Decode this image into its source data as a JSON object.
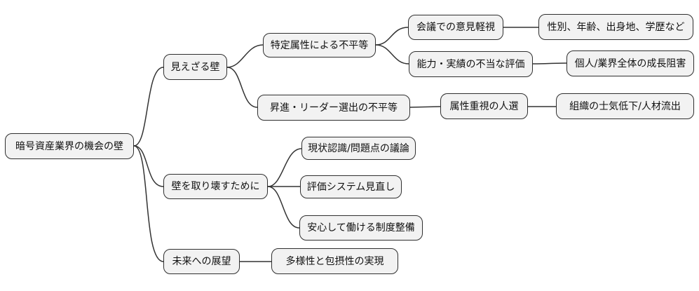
{
  "diagram": {
    "type": "mindmap",
    "background_color": "#ffffff",
    "node_fill_color": "#f2f2f2",
    "node_border_color": "#2f2f2f",
    "connector_color": "#333333",
    "root_label": "暗号資産業界の機会の壁",
    "nodes": [
      {
        "id": "root",
        "label": "暗号資産業界の機会の壁",
        "parent": null
      },
      {
        "id": "invisible-wall",
        "label": "見えざる壁",
        "parent": "root"
      },
      {
        "id": "attr-inequality",
        "label": "特定属性による不平等",
        "parent": "invisible-wall"
      },
      {
        "id": "meeting-disregard",
        "label": "会議での意見軽視",
        "parent": "attr-inequality"
      },
      {
        "id": "attributes-list",
        "label": "性別、年齢、出身地、学歴など",
        "parent": "meeting-disregard"
      },
      {
        "id": "unfair-evaluation",
        "label": "能力・実績の不当な評価",
        "parent": "attr-inequality"
      },
      {
        "id": "growth-hindrance",
        "label": "個人/業界全体の成長阻害",
        "parent": "unfair-evaluation"
      },
      {
        "id": "promotion-inequality",
        "label": "昇進・リーダー選出の不平等",
        "parent": "invisible-wall"
      },
      {
        "id": "attribute-selection",
        "label": "属性重視の人選",
        "parent": "promotion-inequality"
      },
      {
        "id": "morale-outflow",
        "label": "組織の士気低下/人材流出",
        "parent": "attribute-selection"
      },
      {
        "id": "tear-down-wall",
        "label": "壁を取り壊すために",
        "parent": "root"
      },
      {
        "id": "current-discussion",
        "label": "現状認識/問題点の議論",
        "parent": "tear-down-wall"
      },
      {
        "id": "eval-system-review",
        "label": "評価システム見直し",
        "parent": "tear-down-wall"
      },
      {
        "id": "safe-work-system",
        "label": "安心して働ける制度整備",
        "parent": "tear-down-wall"
      },
      {
        "id": "future-outlook",
        "label": "未来への展望",
        "parent": "root"
      },
      {
        "id": "diversity-inclusion",
        "label": "多様性と包摂性の実現",
        "parent": "future-outlook"
      }
    ]
  }
}
